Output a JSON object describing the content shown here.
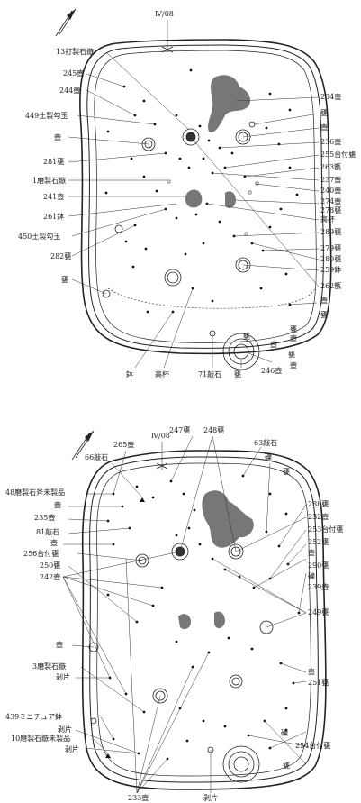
{
  "top_plan": {
    "grid_label": "Ⅳ/08",
    "labels_left": [
      "13打製石鏃",
      "245壺",
      "244壺",
      "449土製勾玉",
      "壺",
      "281甕",
      "1磨製石鏃",
      "241壺",
      "261鉢",
      "450土製勾玉",
      "282甕",
      "甕"
    ],
    "labels_right": [
      "234壺",
      "甕",
      "壺",
      "236壺",
      "255台付甕",
      "263甑",
      "237壺",
      "240壺",
      "274壺",
      "278甕",
      "高杯",
      "289甕",
      "279甕",
      "280甕",
      "259鉢",
      "262甑",
      "壺",
      "甕",
      "壺"
    ],
    "labels_bottom": [
      "鉢",
      "高杯",
      "71敲石",
      "甕",
      "246壺",
      "甕",
      "壺",
      "甕",
      "壺",
      "甕"
    ]
  },
  "bottom_plan": {
    "grid_label": "Ⅳ/08",
    "labels_top": [
      "247甕",
      "248甕",
      "265壺",
      "66敲石",
      "63敲石",
      "礫"
    ],
    "labels_left": [
      "48磨製石斧未製品",
      "壺",
      "235壺",
      "81敲石",
      "壺",
      "256台付甕",
      "250甕",
      "242壺",
      "壺",
      "3磨製石鏃",
      "剥片",
      "439ミニチュア鉢",
      "剥片",
      "10磨製石鏃未製品",
      "剥片"
    ],
    "labels_right": [
      "甕",
      "288甕",
      "232壺",
      "253台付甕",
      "252甕",
      "壺",
      "290甕",
      "礫",
      "239壺",
      "249甕",
      "壺",
      "251甕",
      "礫",
      "254台付甕",
      "甕"
    ],
    "labels_bottom": [
      "233壺",
      "剥片"
    ]
  }
}
